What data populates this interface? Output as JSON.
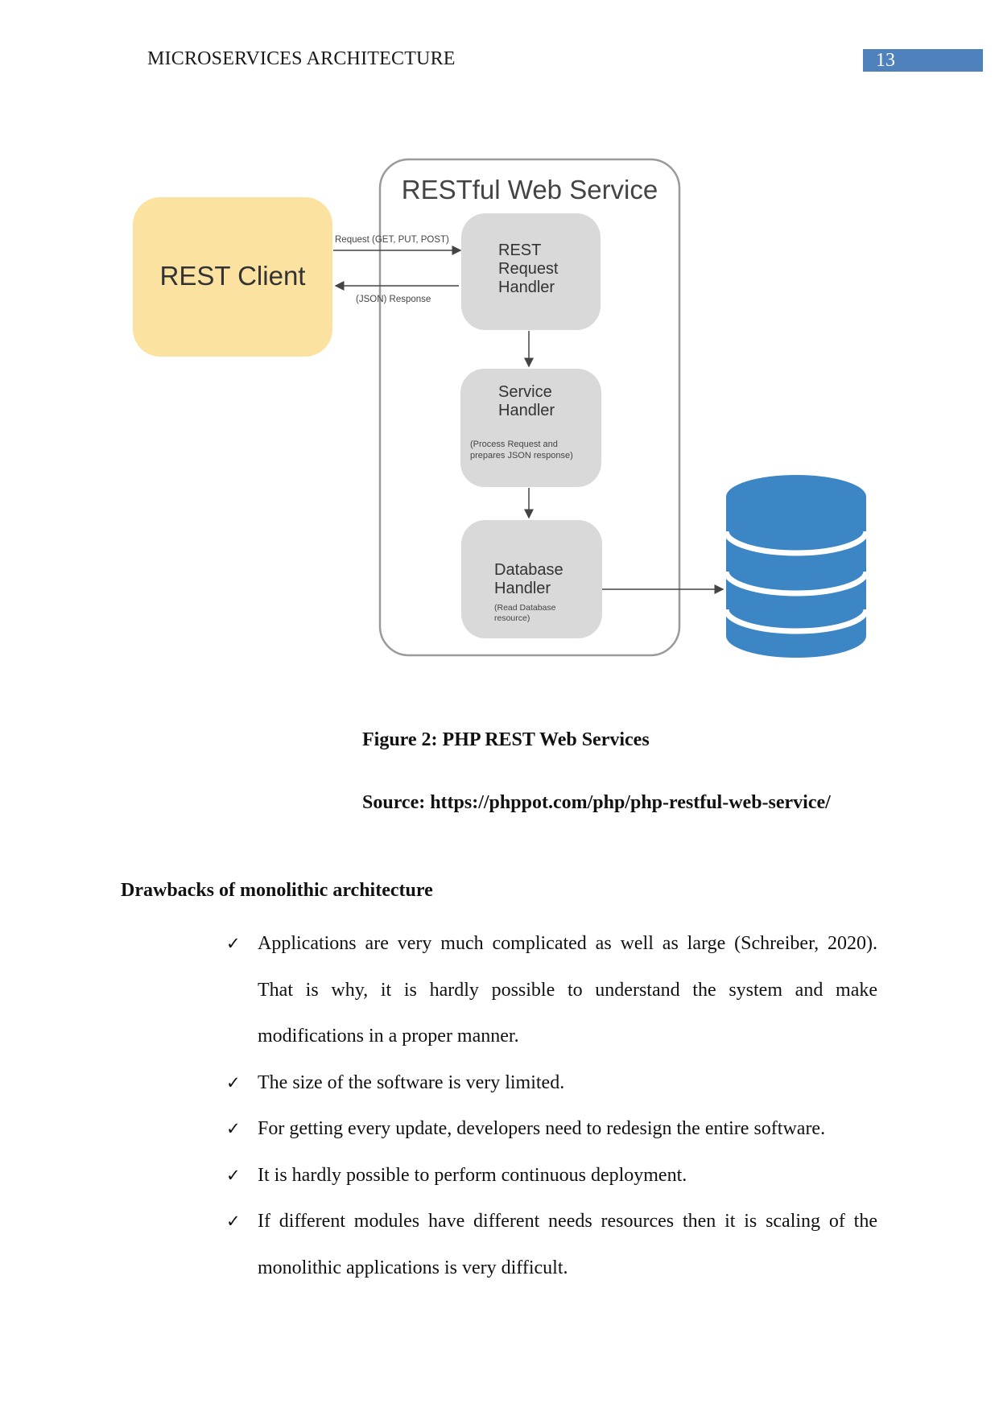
{
  "header": {
    "running_title": "MICROSERVICES ARCHITECTURE",
    "page_number": "13",
    "page_number_bar_color": "#4f81bd"
  },
  "figure": {
    "container_title": "RESTful Web Service",
    "client_label": "REST Client",
    "request_label": "Request (GET, PUT, POST)",
    "response_label": "(JSON) Response",
    "request_handler": [
      "REST",
      "Request",
      "Handler"
    ],
    "service_handler": [
      "Service",
      "Handler"
    ],
    "service_handler_note": [
      "(Process Request and",
      "prepares JSON response)"
    ],
    "database_handler": [
      "Database",
      "Handler"
    ],
    "database_handler_note": [
      "(Read Database",
      "resource)"
    ],
    "database_icon": "database-icon",
    "colors": {
      "client_fill": "#fbe2a0",
      "handler_fill": "#d9d9d9",
      "database_fill": "#3d86c6",
      "container_border": "#9a9a9a"
    }
  },
  "captions": {
    "figure": "Figure 2: PHP REST Web Services",
    "source": "Source: https://phppot.com/php/php-restful-web-service/"
  },
  "section": {
    "heading": "Drawbacks of monolithic architecture",
    "bullet_icon": "check-icon",
    "bullets": [
      "Applications are very much complicated as well as large (Schreiber, 2020). That is why, it is hardly possible to understand the system and make modifications in a proper manner.",
      "The size of the software is very limited.",
      "For getting every update, developers need to redesign the entire software.",
      "It is hardly possible to perform continuous deployment.",
      "If different modules have different needs resources then it is scaling of the monolithic applications is very difficult."
    ]
  }
}
